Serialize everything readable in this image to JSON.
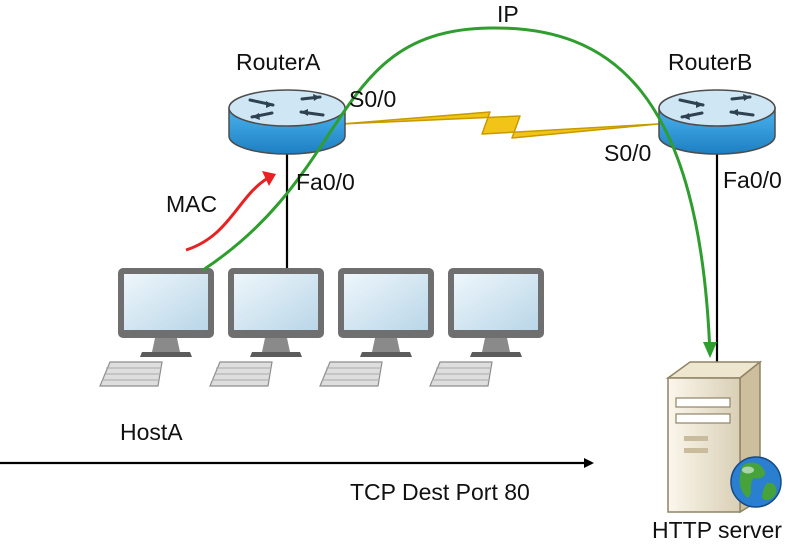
{
  "labels": {
    "ip": "IP",
    "router_a": "RouterA",
    "router_b": "RouterB",
    "router_a_serial": "S0/0",
    "router_b_serial": "S0/0",
    "router_a_fast": "Fa0/0",
    "router_b_fast": "Fa0/0",
    "mac": "MAC",
    "host_a": "HostA",
    "tcp": "TCP Dest Port 80",
    "server": "HTTP server"
  },
  "colors": {
    "router_fill": "#3aa6e6",
    "router_top": "#cfe6f5",
    "wan_link": "#f2c418",
    "ip_path": "#2f9e2f",
    "mac_path": "#e62222",
    "tcp_arrow": "#000000",
    "screen": "#cfe4f1",
    "monitor_frame": "#6f6f6f",
    "server_body": "#f1e9d6",
    "globe_ocean": "#2a7fd0",
    "globe_land": "#46a23a"
  },
  "icons": {
    "router": "router-icon",
    "workstation": "workstation-icon",
    "server": "server-icon",
    "globe": "globe-icon"
  }
}
